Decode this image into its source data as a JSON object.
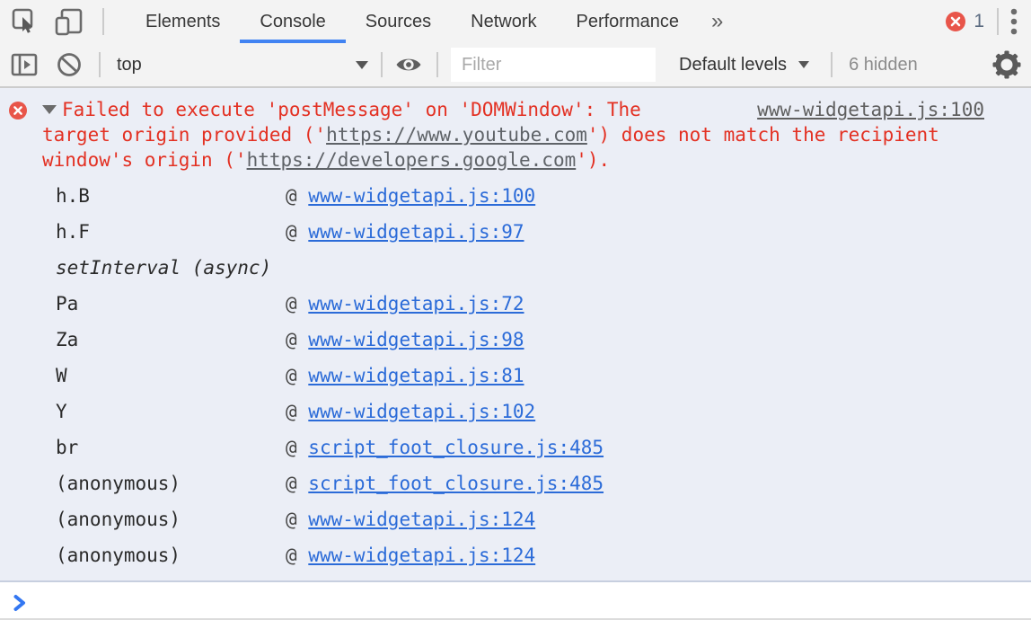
{
  "tab_bar": {
    "tabs": [
      {
        "label": "Elements",
        "active": false
      },
      {
        "label": "Console",
        "active": true
      },
      {
        "label": "Sources",
        "active": false
      },
      {
        "label": "Network",
        "active": false
      },
      {
        "label": "Performance",
        "active": false
      }
    ],
    "overflow_glyph": "»",
    "error_count": "1"
  },
  "toolbar": {
    "context_selector": "top",
    "filter_placeholder": "Filter",
    "levels_selector": "Default levels",
    "hidden_count": "6 hidden"
  },
  "console": {
    "error": {
      "source_link": "www-widgetapi.js:100",
      "line1": "Failed to execute 'postMessage' on 'DOMWindow': The",
      "line2_pre": "target origin provided ('",
      "line2_url": "https://www.youtube.com",
      "line2_post": "') does not match the recipient",
      "line3_pre": "window's origin ('",
      "line3_url": "https://developers.google.com",
      "line3_post": "').",
      "stack": [
        {
          "fn": "h.B",
          "at_prefix": "@ ",
          "link": "www-widgetapi.js:100"
        },
        {
          "fn": "h.F",
          "at_prefix": "@ ",
          "link": "www-widgetapi.js:97"
        },
        {
          "fn": "setInterval (async)",
          "async": true
        },
        {
          "fn": "Pa",
          "at_prefix": "@ ",
          "link": "www-widgetapi.js:72"
        },
        {
          "fn": "Za",
          "at_prefix": "@ ",
          "link": "www-widgetapi.js:98"
        },
        {
          "fn": "W",
          "at_prefix": "@ ",
          "link": "www-widgetapi.js:81"
        },
        {
          "fn": "Y",
          "at_prefix": "@ ",
          "link": "www-widgetapi.js:102"
        },
        {
          "fn": "br",
          "at_prefix": "@ ",
          "link": "script_foot_closure.js:485"
        },
        {
          "fn": "(anonymous)",
          "at_prefix": "@ ",
          "link": "script_foot_closure.js:485"
        },
        {
          "fn": "(anonymous)",
          "at_prefix": "@ ",
          "link": "www-widgetapi.js:124"
        },
        {
          "fn": "(anonymous)",
          "at_prefix": "@ ",
          "link": "www-widgetapi.js:124"
        }
      ]
    }
  },
  "icons": {
    "prompt": "chevron-right",
    "error": "red-circle-x",
    "clear": "ban-circle"
  },
  "colors": {
    "accent_blue": "#4183f2",
    "error_red_text": "#e33022",
    "error_icon_red": "#e8554a",
    "link_blue": "#2b6bd8",
    "selected_row_bg": "#ebeef6",
    "toolbar_bg": "#f3f3f3"
  }
}
